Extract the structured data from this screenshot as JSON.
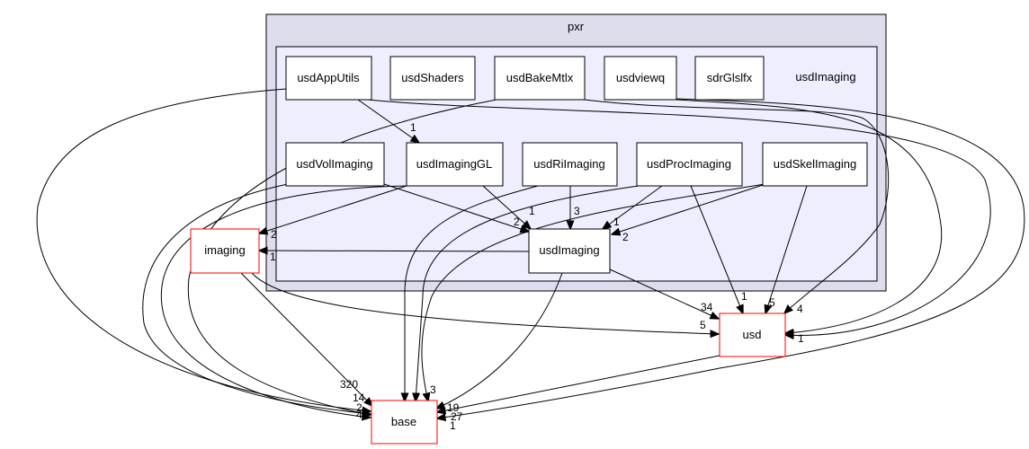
{
  "diagram": {
    "outer_cluster": {
      "label": "pxr"
    },
    "inner_cluster": {
      "label": "usdImaging"
    },
    "nodes": {
      "usdAppUtils": "usdAppUtils",
      "usdShaders": "usdShaders",
      "usdBakeMtlx": "usdBakeMtlx",
      "usdviewq": "usdviewq",
      "sdrGlslfx": "sdrGlslfx",
      "usdVolImaging": "usdVolImaging",
      "usdImagingGL": "usdImagingGL",
      "usdRiImaging": "usdRiImaging",
      "usdProcImaging": "usdProcImaging",
      "usdSkelImaging": "usdSkelImaging",
      "usdImaging": "usdImaging",
      "imaging": "imaging",
      "usd": "usd",
      "base": "base"
    },
    "edge_labels": {
      "appUtils_imagingGL": "1",
      "imagingGL_imaging": "2",
      "imagingGL_usdImaging": "1",
      "volImaging_usdImaging": "2",
      "riImaging_usdImaging": "3",
      "procImaging_usdImaging": "1",
      "skelImaging_usdImaging": "2",
      "usdImaging_imaging": "1",
      "usdImaging_usd": "34",
      "imaging_usd": "5",
      "procImaging_usd": "1",
      "skelImaging_usd": "5",
      "bakeMtlx_usd": "4",
      "usdviewq_usd": "1",
      "imaging_base": "320",
      "riImaging_base": "2",
      "procImaging_base": "1",
      "usdImaging_base": "3",
      "base_in_14": "14",
      "base_in_2": "2",
      "base_in_4": "4",
      "usd_base_19": "19",
      "base_in_27": "27",
      "base_in_1": "1"
    },
    "colors": {
      "outer_cluster_fill": "#ddddee",
      "inner_cluster_fill": "#eeeeff",
      "node_border": "#000000",
      "external_node_border": "#ff0000"
    }
  }
}
